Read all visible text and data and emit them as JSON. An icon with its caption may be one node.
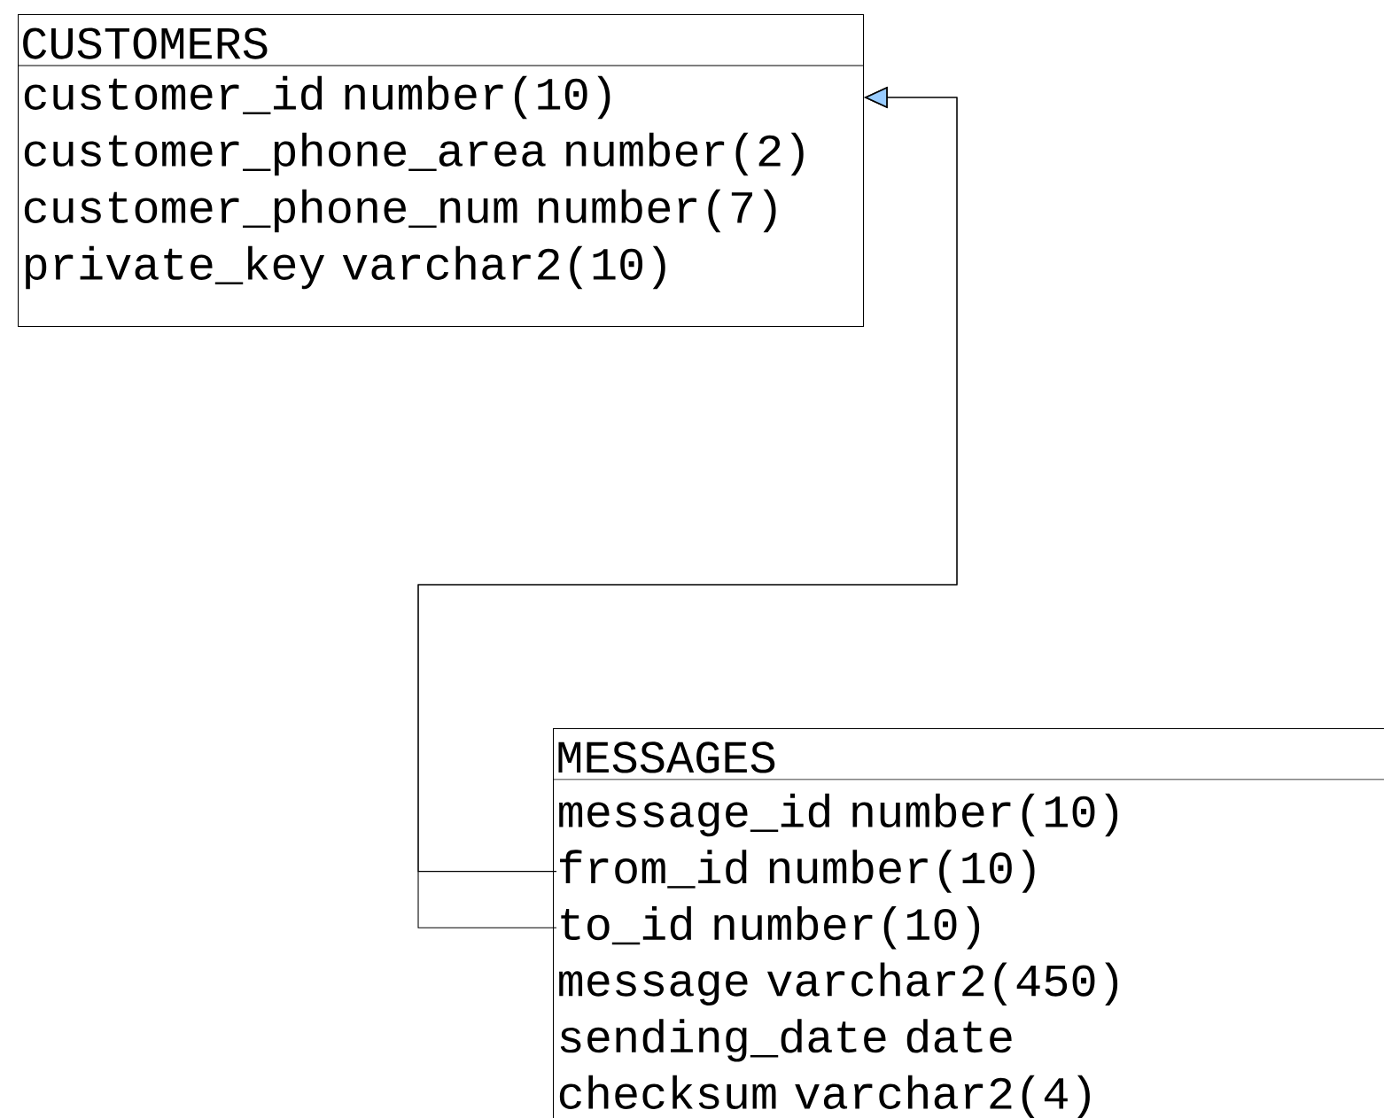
{
  "diagram": {
    "nodes": [
      {
        "text": [
          "CUSTOMERS"
        ]
      },
      {
        "text": [
          "customer_id number(10)"
        ],
        "in": 0
      },
      {
        "text": [
          "customer_phone_area number(2)"
        ],
        "in": 0
      },
      {
        "text": [
          "customer_phone_num number(7)"
        ],
        "in": 0
      },
      {
        "text": [
          "private_key varchar2(10)"
        ],
        "in": 0
      },
      {
        "text": [
          "MESSAGES"
        ]
      },
      {
        "text": [
          "message_id number(10)"
        ],
        "in": 5
      },
      {
        "text": [
          "from_id number(10)"
        ],
        "in": 5
      },
      {
        "text": [
          "to_id number(10)"
        ],
        "in": 5
      },
      {
        "text": [
          "message varchar2(450)"
        ],
        "in": 5
      },
      {
        "text": [
          "sending_date date"
        ],
        "in": 5
      },
      {
        "text": [
          "checksum varchar2(4)"
        ],
        "in": 5
      }
    ],
    "edges": [
      {
        "from": 7,
        "to": 0,
        "arrow": "to"
      },
      {
        "from": 8,
        "to": 0,
        "arrow": "to"
      }
    ]
  }
}
